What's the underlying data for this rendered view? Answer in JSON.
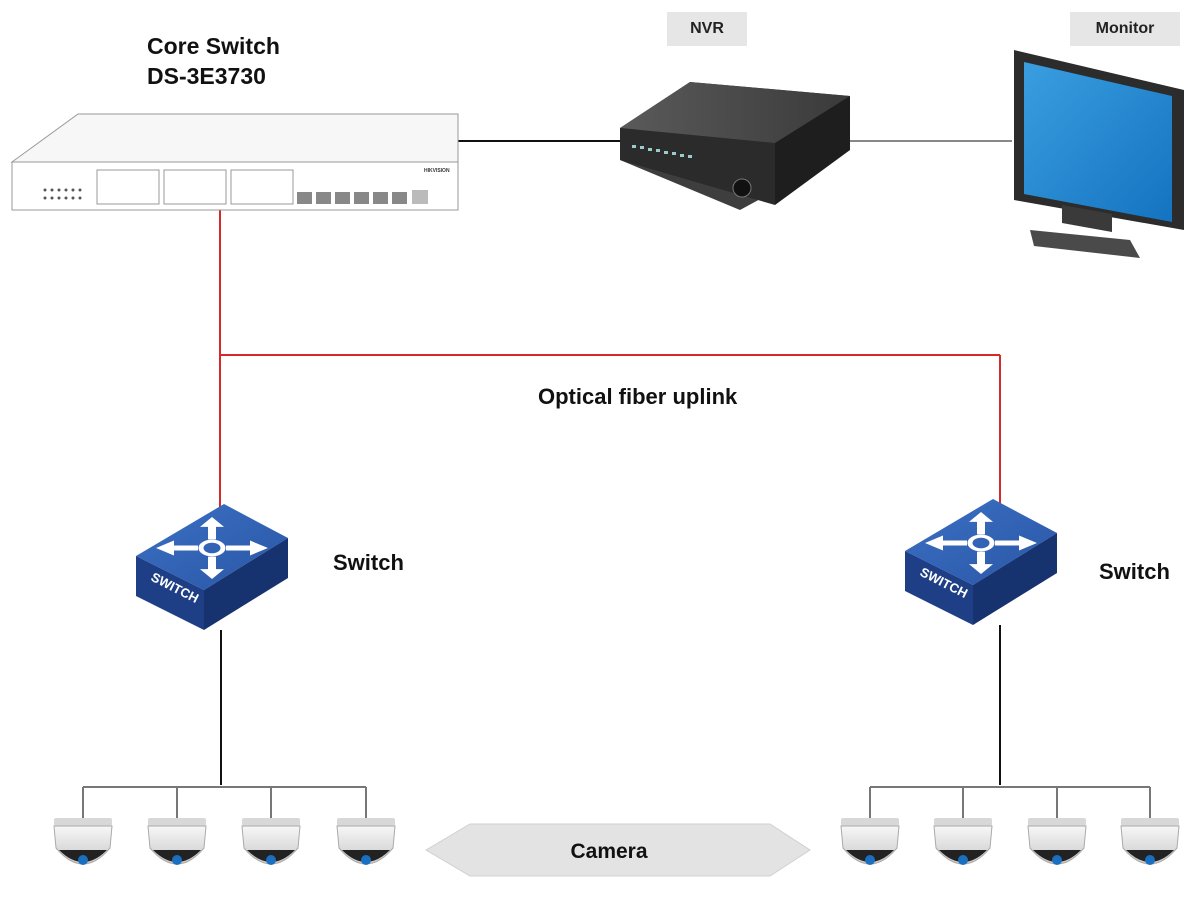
{
  "core_switch": {
    "title": "Core Switch",
    "model": "DS-3E3730",
    "brand": "HIKVISION"
  },
  "nvr": {
    "label": "NVR"
  },
  "monitor": {
    "label": "Monitor"
  },
  "uplink": {
    "label": "Optical fiber uplink"
  },
  "switches": [
    {
      "label": "Switch",
      "badge": "SWITCH"
    },
    {
      "label": "Switch",
      "badge": "SWITCH"
    }
  ],
  "camera_arrow": {
    "label": "Camera"
  },
  "colors": {
    "fiber": "#d42a2a",
    "line": "#111111",
    "switch_top": "#2f5fb2",
    "switch_side": "#1e3f86",
    "tag_bg": "#e6e6e6",
    "arrow_fill": "#e3e3e3"
  },
  "icons": {
    "core_switch": "rack-switch-icon",
    "nvr": "nvr-recorder-icon",
    "monitor": "monitor-icon",
    "switch": "network-switch-icon",
    "camera": "dome-camera-icon"
  }
}
